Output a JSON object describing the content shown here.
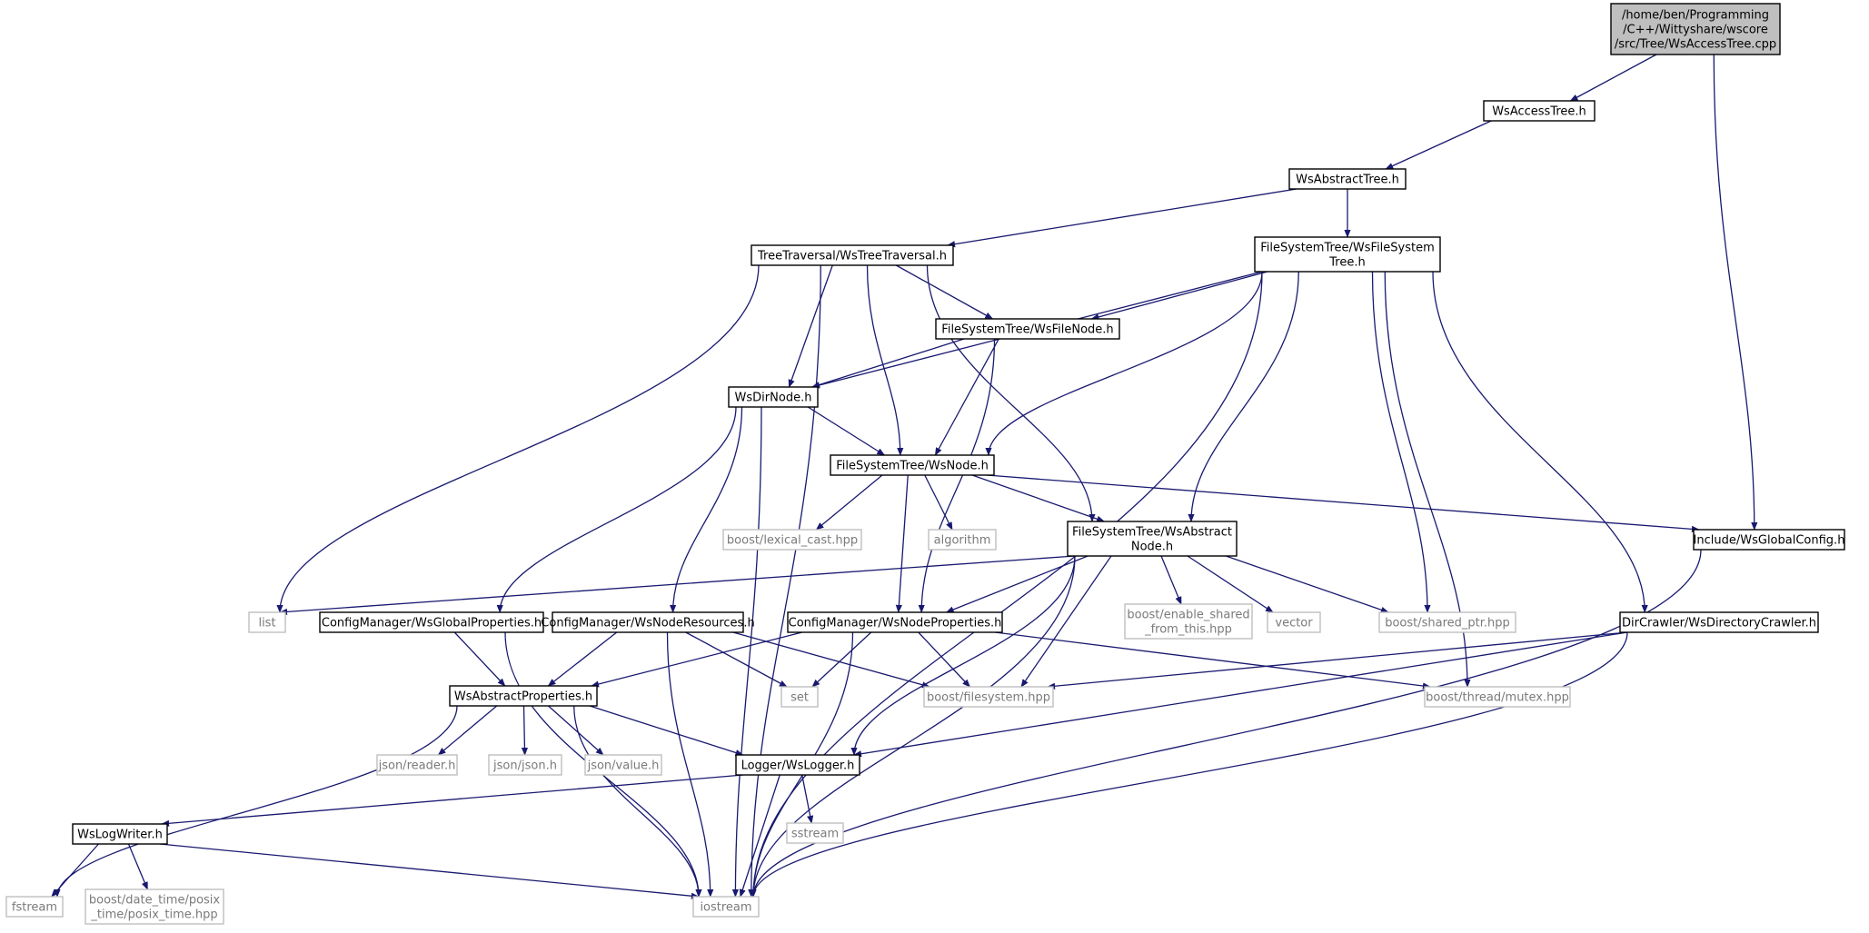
{
  "colors": {
    "edge": "#191970",
    "node_border": "#000000",
    "node_fill": "#ffffff",
    "root_fill": "#bfbfbf",
    "external_border": "#bfbfbf",
    "external_text": "#7a7a7a"
  },
  "nodes": [
    {
      "id": "root",
      "lines": [
        "/home/ben/Programming",
        "/C++/Wittyshare/wscore",
        "/src/Tree/WsAccessTree.cpp"
      ],
      "kind": "root"
    },
    {
      "id": "wsaccesstree_h",
      "lines": [
        "WsAccessTree.h"
      ],
      "kind": "internal"
    },
    {
      "id": "wsabstracttree_h",
      "lines": [
        "WsAbstractTree.h"
      ],
      "kind": "internal"
    },
    {
      "id": "treetraversal_h",
      "lines": [
        "TreeTraversal/WsTreeTraversal.h"
      ],
      "kind": "internal"
    },
    {
      "id": "filesystemtree_h",
      "lines": [
        "FileSystemTree/WsFileSystem",
        "Tree.h"
      ],
      "kind": "internal"
    },
    {
      "id": "wsfilenode_h",
      "lines": [
        "FileSystemTree/WsFileNode.h"
      ],
      "kind": "internal"
    },
    {
      "id": "wsdirnode_h",
      "lines": [
        "WsDirNode.h"
      ],
      "kind": "internal"
    },
    {
      "id": "wsnode_h",
      "lines": [
        "FileSystemTree/WsNode.h"
      ],
      "kind": "internal"
    },
    {
      "id": "lexical_cast",
      "lines": [
        "boost/lexical_cast.hpp"
      ],
      "kind": "external"
    },
    {
      "id": "algorithm",
      "lines": [
        "algorithm"
      ],
      "kind": "external"
    },
    {
      "id": "wsabstractnode_h",
      "lines": [
        "FileSystemTree/WsAbstract",
        "Node.h"
      ],
      "kind": "internal"
    },
    {
      "id": "wsglobalconfig_h",
      "lines": [
        "Include/WsGlobalConfig.h"
      ],
      "kind": "internal"
    },
    {
      "id": "list",
      "lines": [
        "list"
      ],
      "kind": "external"
    },
    {
      "id": "wsglobalproperties_h",
      "lines": [
        "ConfigManager/WsGlobalProperties.h"
      ],
      "kind": "internal"
    },
    {
      "id": "wsnoderesources_h",
      "lines": [
        "ConfigManager/WsNodeResources.h"
      ],
      "kind": "internal"
    },
    {
      "id": "wsnodeproperties_h",
      "lines": [
        "ConfigManager/WsNodeProperties.h"
      ],
      "kind": "internal"
    },
    {
      "id": "enable_shared",
      "lines": [
        "boost/enable_shared",
        "_from_this.hpp"
      ],
      "kind": "external"
    },
    {
      "id": "vector",
      "lines": [
        "vector"
      ],
      "kind": "external"
    },
    {
      "id": "shared_ptr",
      "lines": [
        "boost/shared_ptr.hpp"
      ],
      "kind": "external"
    },
    {
      "id": "dircrawler_h",
      "lines": [
        "DirCrawler/WsDirectoryCrawler.h"
      ],
      "kind": "internal"
    },
    {
      "id": "wsabstractproperties_h",
      "lines": [
        "WsAbstractProperties.h"
      ],
      "kind": "internal"
    },
    {
      "id": "set",
      "lines": [
        "set"
      ],
      "kind": "external"
    },
    {
      "id": "filesystem_hpp",
      "lines": [
        "boost/filesystem.hpp"
      ],
      "kind": "external"
    },
    {
      "id": "mutex_hpp",
      "lines": [
        "boost/thread/mutex.hpp"
      ],
      "kind": "external"
    },
    {
      "id": "json_reader",
      "lines": [
        "json/reader.h"
      ],
      "kind": "external"
    },
    {
      "id": "json_json",
      "lines": [
        "json/json.h"
      ],
      "kind": "external"
    },
    {
      "id": "json_value",
      "lines": [
        "json/value.h"
      ],
      "kind": "external"
    },
    {
      "id": "wslogger_h",
      "lines": [
        "Logger/WsLogger.h"
      ],
      "kind": "internal"
    },
    {
      "id": "sstream",
      "lines": [
        "sstream"
      ],
      "kind": "external"
    },
    {
      "id": "wslogwriter_h",
      "lines": [
        "WsLogWriter.h"
      ],
      "kind": "internal"
    },
    {
      "id": "fstream",
      "lines": [
        "fstream"
      ],
      "kind": "external"
    },
    {
      "id": "posix_time",
      "lines": [
        "boost/date_time/posix",
        "_time/posix_time.hpp"
      ],
      "kind": "external"
    },
    {
      "id": "iostream",
      "lines": [
        "iostream"
      ],
      "kind": "external"
    }
  ],
  "edges": [
    [
      "root",
      "wsaccesstree_h"
    ],
    [
      "root",
      "wsglobalconfig_h"
    ],
    [
      "wsaccesstree_h",
      "wsabstracttree_h"
    ],
    [
      "wsabstracttree_h",
      "treetraversal_h"
    ],
    [
      "wsabstracttree_h",
      "filesystemtree_h"
    ],
    [
      "treetraversal_h",
      "wsfilenode_h"
    ],
    [
      "treetraversal_h",
      "wsdirnode_h"
    ],
    [
      "treetraversal_h",
      "wsnode_h"
    ],
    [
      "treetraversal_h",
      "wsabstractnode_h"
    ],
    [
      "treetraversal_h",
      "list"
    ],
    [
      "treetraversal_h",
      "iostream"
    ],
    [
      "filesystemtree_h",
      "wsfilenode_h"
    ],
    [
      "filesystemtree_h",
      "wsdirnode_h"
    ],
    [
      "filesystemtree_h",
      "wsnode_h"
    ],
    [
      "filesystemtree_h",
      "wsabstractnode_h"
    ],
    [
      "filesystemtree_h",
      "shared_ptr"
    ],
    [
      "filesystemtree_h",
      "mutex_hpp"
    ],
    [
      "filesystemtree_h",
      "dircrawler_h"
    ],
    [
      "filesystemtree_h",
      "iostream"
    ],
    [
      "wsfilenode_h",
      "wsdirnode_h"
    ],
    [
      "wsfilenode_h",
      "wsnode_h"
    ],
    [
      "wsfilenode_h",
      "wsnodeproperties_h"
    ],
    [
      "wsdirnode_h",
      "wsnode_h"
    ],
    [
      "wsdirnode_h",
      "wsglobalproperties_h"
    ],
    [
      "wsdirnode_h",
      "wsnoderesources_h"
    ],
    [
      "wsdirnode_h",
      "iostream"
    ],
    [
      "wsnode_h",
      "lexical_cast"
    ],
    [
      "wsnode_h",
      "algorithm"
    ],
    [
      "wsnode_h",
      "wsabstractnode_h"
    ],
    [
      "wsnode_h",
      "wsglobalconfig_h"
    ],
    [
      "wsnode_h",
      "wsnodeproperties_h"
    ],
    [
      "wsabstractnode_h",
      "list"
    ],
    [
      "wsabstractnode_h",
      "wsnodeproperties_h"
    ],
    [
      "wsabstractnode_h",
      "enable_shared"
    ],
    [
      "wsabstractnode_h",
      "vector"
    ],
    [
      "wsabstractnode_h",
      "shared_ptr"
    ],
    [
      "wsabstractnode_h",
      "filesystem_hpp"
    ],
    [
      "wsabstractnode_h",
      "wslogger_h"
    ],
    [
      "wsabstractnode_h",
      "iostream"
    ],
    [
      "wsglobalconfig_h",
      "iostream"
    ],
    [
      "wsglobalproperties_h",
      "wsabstractproperties_h"
    ],
    [
      "wsglobalproperties_h",
      "iostream"
    ],
    [
      "wsnoderesources_h",
      "wsabstractproperties_h"
    ],
    [
      "wsnoderesources_h",
      "set"
    ],
    [
      "wsnoderesources_h",
      "filesystem_hpp"
    ],
    [
      "wsnoderesources_h",
      "iostream"
    ],
    [
      "wsnodeproperties_h",
      "wsabstractproperties_h"
    ],
    [
      "wsnodeproperties_h",
      "set"
    ],
    [
      "wsnodeproperties_h",
      "filesystem_hpp"
    ],
    [
      "wsnodeproperties_h",
      "mutex_hpp"
    ],
    [
      "wsnodeproperties_h",
      "iostream"
    ],
    [
      "dircrawler_h",
      "filesystem_hpp"
    ],
    [
      "dircrawler_h",
      "wslogger_h"
    ],
    [
      "dircrawler_h",
      "iostream"
    ],
    [
      "wsabstractproperties_h",
      "json_reader"
    ],
    [
      "wsabstractproperties_h",
      "json_json"
    ],
    [
      "wsabstractproperties_h",
      "json_value"
    ],
    [
      "wsabstractproperties_h",
      "wslogger_h"
    ],
    [
      "wsabstractproperties_h",
      "fstream"
    ],
    [
      "wsabstractproperties_h",
      "iostream"
    ],
    [
      "wslogger_h",
      "sstream"
    ],
    [
      "wslogger_h",
      "wslogwriter_h"
    ],
    [
      "wslogger_h",
      "iostream"
    ],
    [
      "wslogwriter_h",
      "fstream"
    ],
    [
      "wslogwriter_h",
      "posix_time"
    ],
    [
      "wslogwriter_h",
      "iostream"
    ],
    [
      "filesystemtree_h",
      "iostream"
    ]
  ]
}
